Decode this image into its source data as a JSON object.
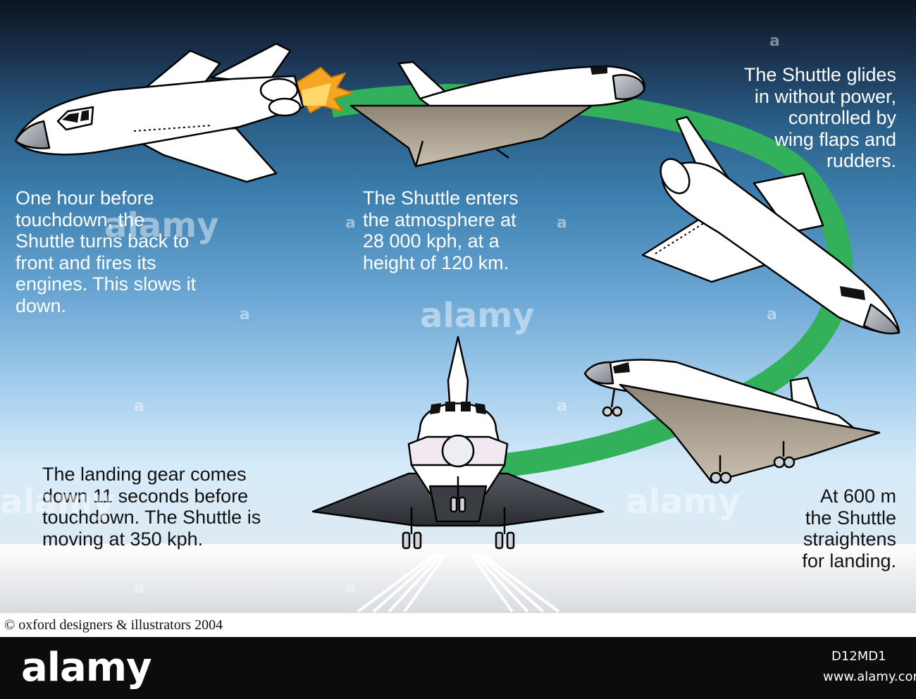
{
  "captions": {
    "turn_back": "One hour before\ntouchdown, the\nShuttle turns back to\nfront and fires its\nengines. This slows it\ndown.",
    "enters": "The Shuttle enters\nthe atmosphere at\n28 000 kph, at a\nheight of 120 km.",
    "glides": "The Shuttle glides\nin without power,\ncontrolled by\nwing flaps and\nrudders.",
    "landing_gear": "The landing gear comes\ndown 11 seconds before\ntouchdown. The Shuttle is\nmoving at 350 kph.",
    "straightens": "At 600 m\nthe Shuttle\nstraightens\nfor landing."
  },
  "credit": "© oxford designers & illustrators 2004",
  "watermark": {
    "brand": "alamy",
    "image_id": "D12MD1",
    "site": "www.alamy.com",
    "mark": "a"
  },
  "colors": {
    "path": "#33b05a",
    "shuttle_white": "#ffffff",
    "underside_tan": "#9c9284",
    "underside_dark": "#3a3d42",
    "flame": "#f5a623",
    "text_light": "#ffffff",
    "text_dark": "#111111"
  }
}
